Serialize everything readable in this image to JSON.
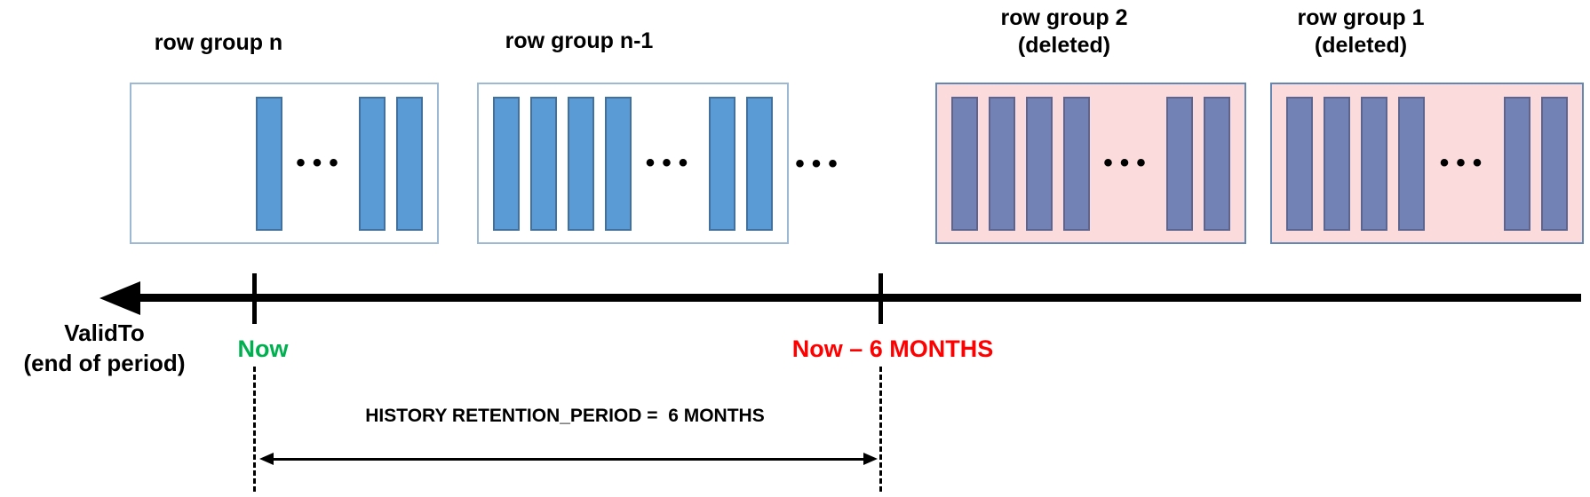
{
  "row_groups": [
    {
      "label": "row group n",
      "sublabel": "",
      "deleted": false,
      "bars_before": 1,
      "bars_after": 2,
      "ellipsis": "•••"
    },
    {
      "label": "row group n-1",
      "sublabel": "",
      "deleted": false,
      "bars_before": 4,
      "bars_after": 2,
      "ellipsis": "•••"
    },
    {
      "label": "row group 2",
      "sublabel": "(deleted)",
      "deleted": true,
      "bars_before": 4,
      "bars_after": 2,
      "ellipsis": "•••"
    },
    {
      "label": "row group 1",
      "sublabel": "(deleted)",
      "deleted": true,
      "bars_before": 4,
      "bars_after": 2,
      "ellipsis": "•••"
    }
  ],
  "between_groups_ellipsis": "•••",
  "timeline": {
    "axis_label_line1": "ValidTo",
    "axis_label_line2": "(end of period)",
    "now_label": "Now",
    "past_label": "Now – 6 MONTHS"
  },
  "retention_annotation": {
    "label": "HISTORY RETENTION_PERIOD =  6 MONTHS"
  },
  "colors": {
    "bar_blue": "#5B9BD5",
    "bar_blue_border": "#41719C",
    "bar_deleted": "#7382B4",
    "bar_deleted_border": "#5B6590",
    "deleted_box_bg": "#FBDBDB",
    "box_border": "#9DB8D2",
    "deleted_box_border": "#6287B2",
    "now_green": "#00B050",
    "past_red": "#FF0000"
  }
}
